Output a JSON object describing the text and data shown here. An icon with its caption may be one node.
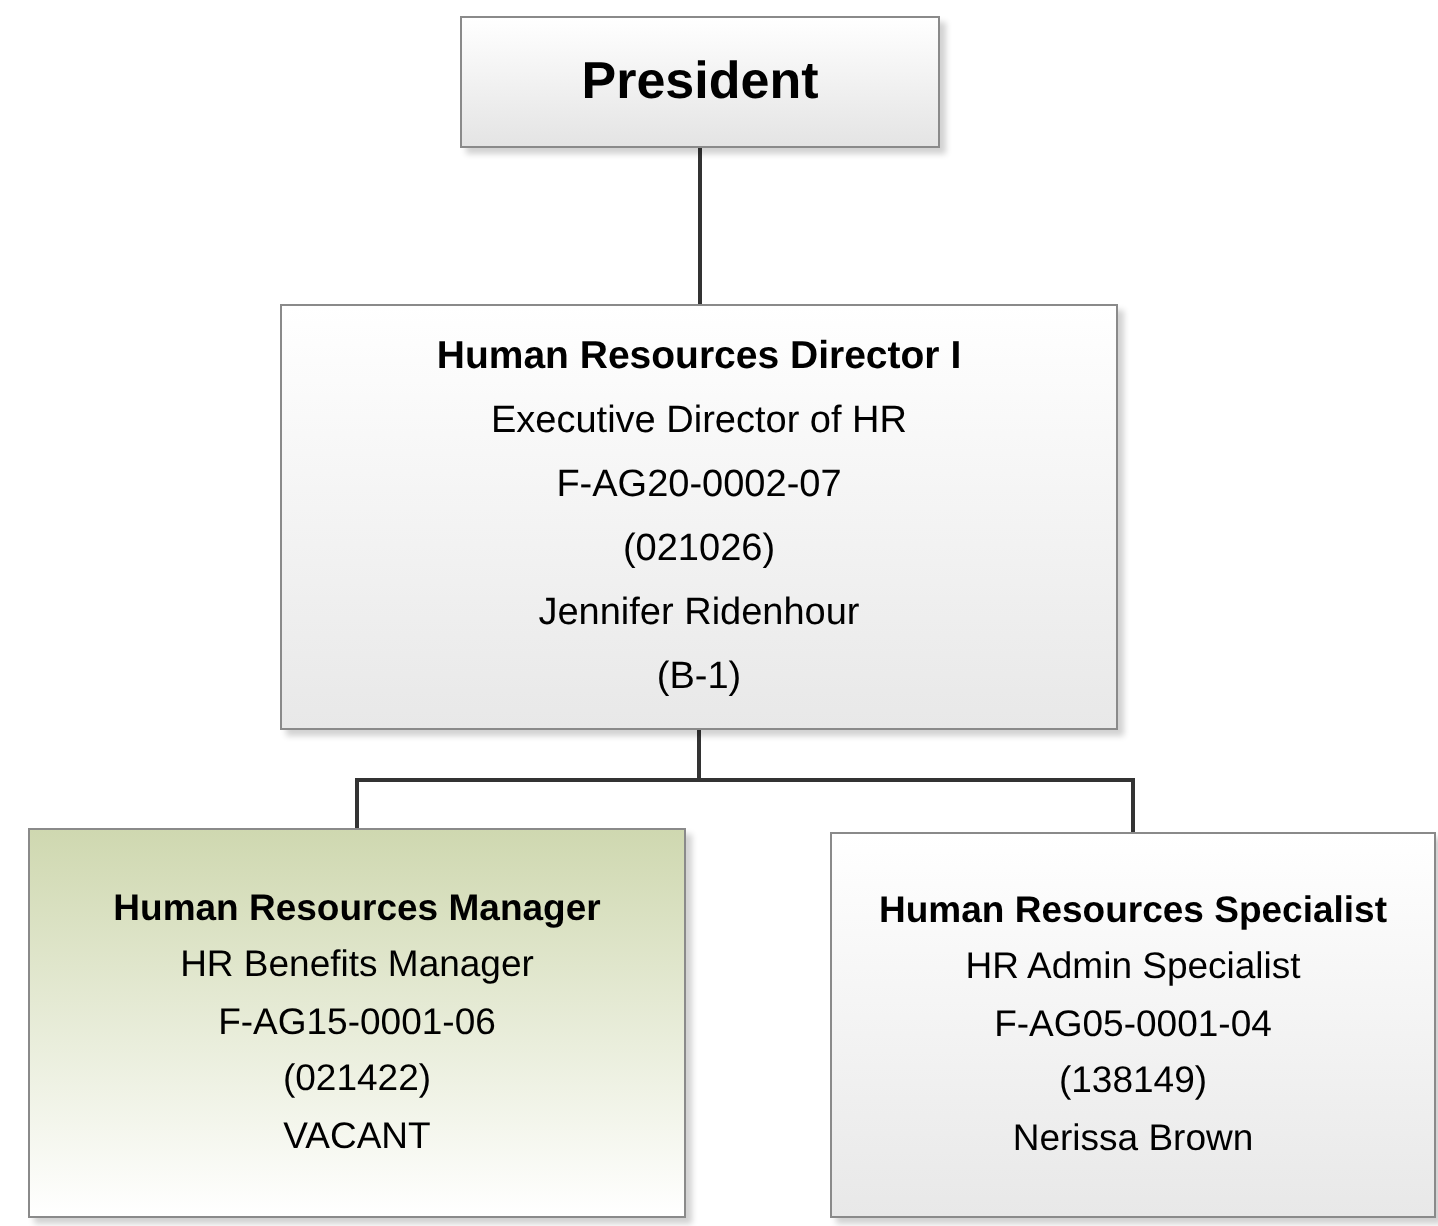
{
  "diagram": {
    "nodes": [
      {
        "text": [
          "President"
        ]
      },
      {
        "text": [
          "Human Resources Director I",
          "Executive Director of HR",
          "F-AG20-0002-07",
          "(021026)",
          "Jennifer Ridenhour",
          "(B-1)"
        ]
      },
      {
        "text": [
          "Human Resources Manager",
          "HR Benefits Manager",
          "F-AG15-0001-06",
          "(021422)",
          "VACANT"
        ]
      },
      {
        "text": [
          "Human Resources Specialist",
          "HR Admin Specialist",
          "F-AG05-0001-04",
          "(138149)",
          "Nerissa Brown"
        ]
      }
    ],
    "edges": [
      {
        "from": 0,
        "to": 1,
        "arrow": "none"
      },
      {
        "from": 1,
        "to": 2,
        "arrow": "none"
      },
      {
        "from": 1,
        "to": 3,
        "arrow": "none"
      }
    ]
  }
}
